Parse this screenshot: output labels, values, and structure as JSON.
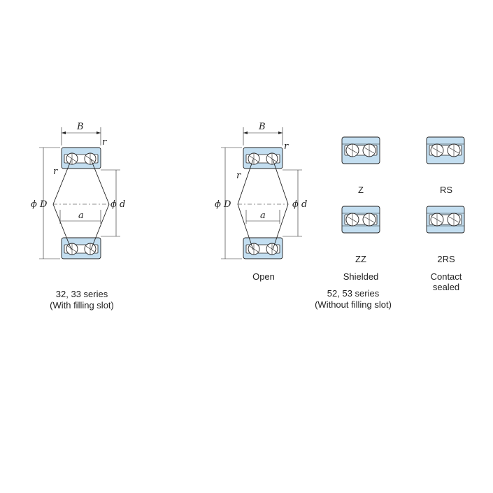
{
  "left_drawing": {
    "labels": {
      "B": "B",
      "r_top": "r",
      "r_side": "r",
      "D": "ϕ D",
      "d": "ϕ d",
      "a": "a"
    },
    "caption_line1": "32, 33 series",
    "caption_line2": "(With filling slot)"
  },
  "right_drawing": {
    "labels": {
      "B": "B",
      "r_top": "r",
      "r_side": "r",
      "D": "ϕ D",
      "d": "ϕ d",
      "a": "a"
    },
    "caption": "Open"
  },
  "series_caption_line1": "52, 53 series",
  "series_caption_line2": "(Without filling slot)",
  "variants": [
    {
      "code": "Z",
      "desc": ""
    },
    {
      "code": "RS",
      "desc": ""
    },
    {
      "code": "ZZ",
      "desc": "Shielded"
    },
    {
      "code": "2RS",
      "desc_line1": "Contact",
      "desc_line2": "sealed"
    }
  ],
  "colors": {
    "ring_fill": "#c3def0",
    "line": "#222222"
  }
}
